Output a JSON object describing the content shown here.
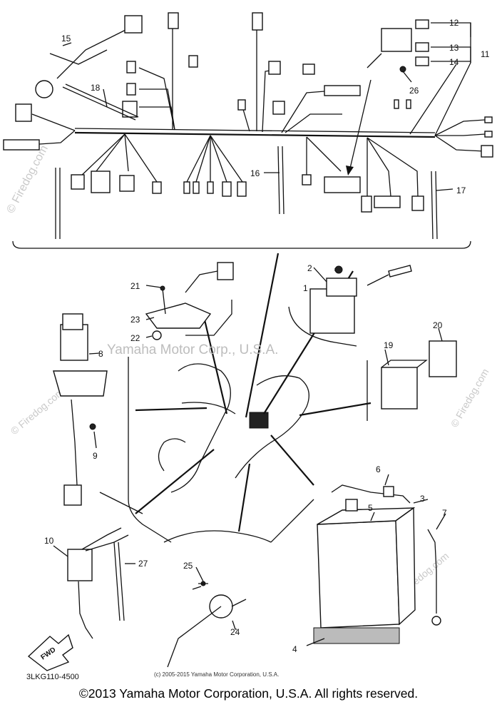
{
  "diagram": {
    "callouts": [
      {
        "id": "1",
        "label": "1"
      },
      {
        "id": "2",
        "label": "2"
      },
      {
        "id": "3",
        "label": "3"
      },
      {
        "id": "4",
        "label": "4"
      },
      {
        "id": "5",
        "label": "5"
      },
      {
        "id": "6",
        "label": "6"
      },
      {
        "id": "7",
        "label": "7"
      },
      {
        "id": "8",
        "label": "8"
      },
      {
        "id": "9",
        "label": "9"
      },
      {
        "id": "10",
        "label": "10"
      },
      {
        "id": "11",
        "label": "11"
      },
      {
        "id": "12",
        "label": "12"
      },
      {
        "id": "13",
        "label": "13"
      },
      {
        "id": "14",
        "label": "14"
      },
      {
        "id": "15",
        "label": "15"
      },
      {
        "id": "16",
        "label": "16"
      },
      {
        "id": "17",
        "label": "17"
      },
      {
        "id": "18",
        "label": "18"
      },
      {
        "id": "19",
        "label": "19"
      },
      {
        "id": "20",
        "label": "20"
      },
      {
        "id": "21",
        "label": "21"
      },
      {
        "id": "22",
        "label": "22"
      },
      {
        "id": "23",
        "label": "23"
      },
      {
        "id": "24",
        "label": "24"
      },
      {
        "id": "25",
        "label": "25"
      },
      {
        "id": "26",
        "label": "26"
      },
      {
        "id": "27",
        "label": "27"
      }
    ],
    "watermark": "Yamaha Motor Corp., U.S.A.",
    "site_watermark": "© Firedog.com",
    "fwd_label": "FWD",
    "part_code": "3LKG110-4500",
    "small_copyright": "(c) 2005-2015 Yamaha Motor Corporation, U.S.A.",
    "copyright": "©2013 Yamaha Motor Corporation, U.S.A. All rights reserved."
  }
}
